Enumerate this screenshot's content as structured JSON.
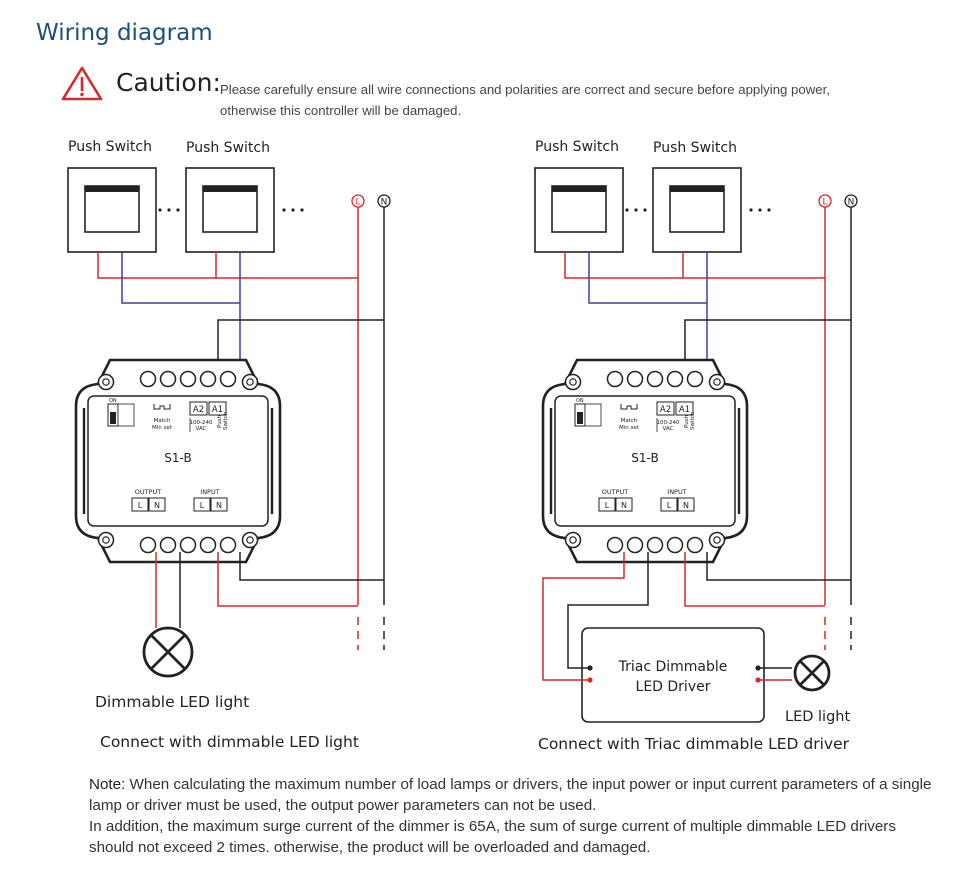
{
  "title": "Wiring diagram",
  "caution": {
    "label": "Caution:",
    "line1": "Please carefully ensure all wire connections and polarities are correct and secure before applying power,",
    "line2": "otherwise this controller will be damaged."
  },
  "left": {
    "switch_label": "Push Switch",
    "ellipsis": "...",
    "live_marker": "L",
    "neutral_marker": "N",
    "device": {
      "model": "S1-B",
      "switch_on": "ON",
      "match_label": "Match",
      "minset_label": "Min set",
      "a2": "A2",
      "a1": "A1",
      "voltage_1": "100-240",
      "voltage_2": "VAC",
      "push_1": "Push",
      "push_2": "Switch",
      "output_label": "OUTPUT",
      "input_label": "INPUT",
      "l": "L",
      "n": "N"
    },
    "load_label": "Dimmable LED light",
    "caption": "Connect with dimmable LED light"
  },
  "right": {
    "switch_label": "Push Switch",
    "ellipsis": "...",
    "live_marker": "L",
    "neutral_marker": "N",
    "device": {
      "model": "S1-B",
      "switch_on": "ON",
      "match_label": "Match",
      "minset_label": "Min set",
      "a2": "A2",
      "a1": "A1",
      "voltage_1": "100-240",
      "voltage_2": "VAC",
      "push_1": "Push",
      "push_2": "Switch",
      "output_label": "OUTPUT",
      "input_label": "INPUT",
      "l": "L",
      "n": "N"
    },
    "driver_line1": "Triac Dimmable",
    "driver_line2": "LED Driver",
    "load_label": "LED light",
    "caption": "Connect with Triac dimmable LED driver"
  },
  "note": {
    "head": "Note:",
    "text1": " When calculating the maximum number of load lamps or drivers, the input power or input current parameters of a single lamp or driver must be used, the output power parameters can not be used.",
    "text2": "In addition, the maximum surge current of the dimmer is 65A, the sum of surge current of multiple dimmable LED drivers should not exceed 2 times. otherwise, the product will be overloaded and damaged."
  },
  "colors": {
    "title": "#1d4f7c",
    "live_wire": "#d42a2a",
    "neutral_wire": "#222222",
    "switch_wire": "#3b3fa8",
    "warning": "#d42a2a"
  },
  "icons": {
    "warning": "warning-triangle-icon",
    "lamp": "lamp-cross-icon"
  }
}
